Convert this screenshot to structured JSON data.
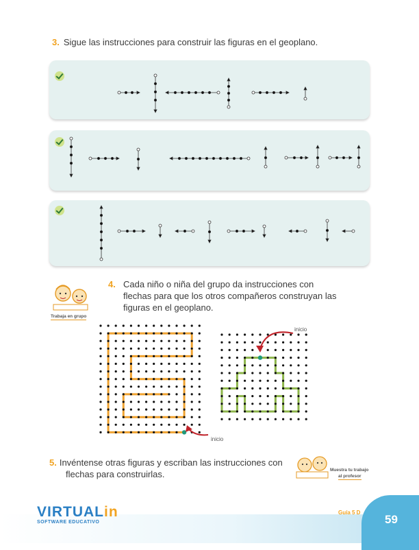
{
  "exercise3": {
    "number": "3.",
    "text": "Sigue las instrucciones para construir las figuras en el geoplano."
  },
  "exercise4": {
    "number": "4.",
    "lines": [
      "Cada niño o niña del grupo da instrucciones con",
      "flechas para que los otros compañeros construyan las",
      "figuras en el geoplano."
    ],
    "group_label": "Trabaja en grupo",
    "start_label_right": "inicio",
    "start_label_left": "inicio"
  },
  "exercise5": {
    "number": "5.",
    "lines": [
      "Invéntense otras figuras y escriban las instrucciones con",
      "flechas para construirlas."
    ],
    "teacher_label_line1": "Muestra tu trabajo",
    "teacher_label_line2": "al profesor"
  },
  "footer": {
    "brand_main": "VIRTUAL",
    "brand_accent": "in",
    "brand_sub": "SOFTWARE EDUCATIVO",
    "guide": "Guía 5 D",
    "page_number": "59"
  },
  "colors": {
    "accent_orange": "#f1a321",
    "orange_path": "#f0a331",
    "green_path": "#8db54a",
    "teal_start": "#1f9a7c",
    "arrow_red": "#c0242b",
    "panel_bg": "#e5f1f0",
    "corner_blue": "#55b4dc"
  },
  "icons": {
    "check": "check-badge-icon",
    "kids_group": "children-group-icon",
    "kids_show": "children-show-icon"
  }
}
